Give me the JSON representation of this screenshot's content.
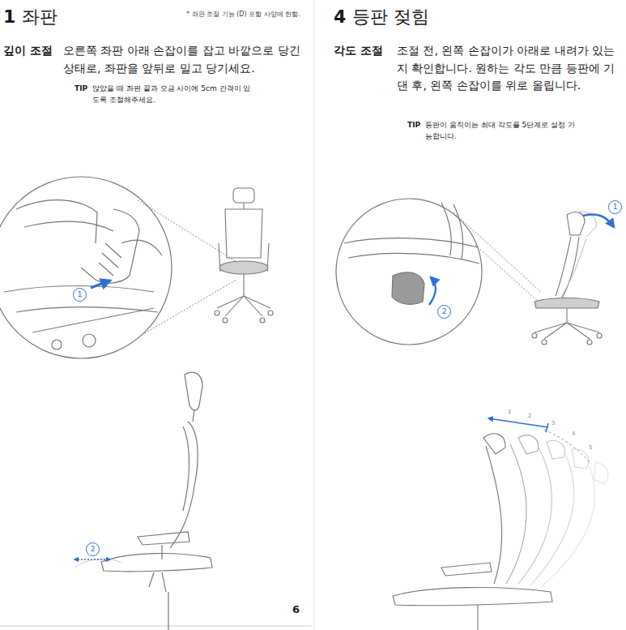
{
  "diagram": {
    "labels": [
      "1",
      "좌판",
      "* 좌판 조절 기능 (D) 포함 사양에 한함.",
      "깊이 조절",
      "오른쪽 좌판 아래 손잡이를 잡고 바깥으로 당긴 상태로, 좌판을 앞뒤로 밀고 당기세요.",
      "TIP",
      "앉았을 때 좌판 끝과 오금 사이에 5cm 간격이 있도록 조절해주세요.",
      "1",
      "2",
      "6",
      "4",
      "등판 젖힘",
      "각도 조절",
      "조절 전, 왼쪽 손잡이가 아래로 내려가 있는지 확인합니다. 원하는 각도 만큼 등판에 기댄 후, 왼쪽 손잡이를 위로 올립니다.",
      "TIP",
      "등판이 움직이는 최대 각도를 5단계로 설정 가능합니다.",
      "1",
      "2",
      "1",
      "2",
      "3",
      "4",
      "5"
    ]
  }
}
